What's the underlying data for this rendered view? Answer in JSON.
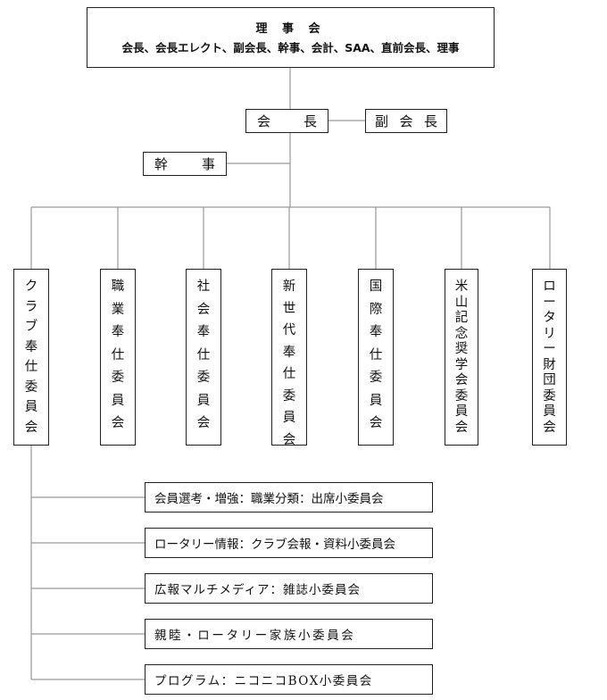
{
  "board": {
    "title": "理 事 会",
    "members": "会長、会長エレクト、副会長、幹事、会計、SAA、直前会長、理事"
  },
  "president": {
    "chars": [
      "会",
      "長"
    ]
  },
  "vice_president": {
    "chars": [
      "副",
      "会",
      "長"
    ]
  },
  "secretary": {
    "chars": [
      "幹",
      "事"
    ]
  },
  "committees": [
    {
      "chars": [
        "ク",
        "ラ",
        "ブ",
        "奉",
        "仕",
        "委",
        "員",
        "会"
      ]
    },
    {
      "chars": [
        "職",
        "業",
        "奉",
        "仕",
        "委",
        "員",
        "会"
      ]
    },
    {
      "chars": [
        "社",
        "会",
        "奉",
        "仕",
        "委",
        "員",
        "会"
      ]
    },
    {
      "chars": [
        "新",
        "世",
        "代",
        "奉",
        "仕",
        "委",
        "員",
        "会"
      ]
    },
    {
      "chars": [
        "国",
        "際",
        "奉",
        "仕",
        "委",
        "員",
        "会"
      ]
    },
    {
      "chars": [
        "米",
        "山",
        "記",
        "念",
        "奨",
        "学",
        "会",
        "委",
        "員",
        "会"
      ]
    },
    {
      "chars": [
        "ロ",
        "ー",
        "タ",
        "リ",
        "ー",
        "財",
        "団",
        "委",
        "員",
        "会"
      ]
    }
  ],
  "subcommittees": [
    {
      "label": "会員選考・増強：職業分類：出席小委員会"
    },
    {
      "label": "ロータリー情報：クラブ会報・資料小委員会"
    },
    {
      "label": "広報マルチメディア：雑誌小委員会"
    },
    {
      "label": "親睦・ロータリー家族小委員会"
    },
    {
      "label": "プログラム：ニコニコBOX小委員会"
    }
  ]
}
